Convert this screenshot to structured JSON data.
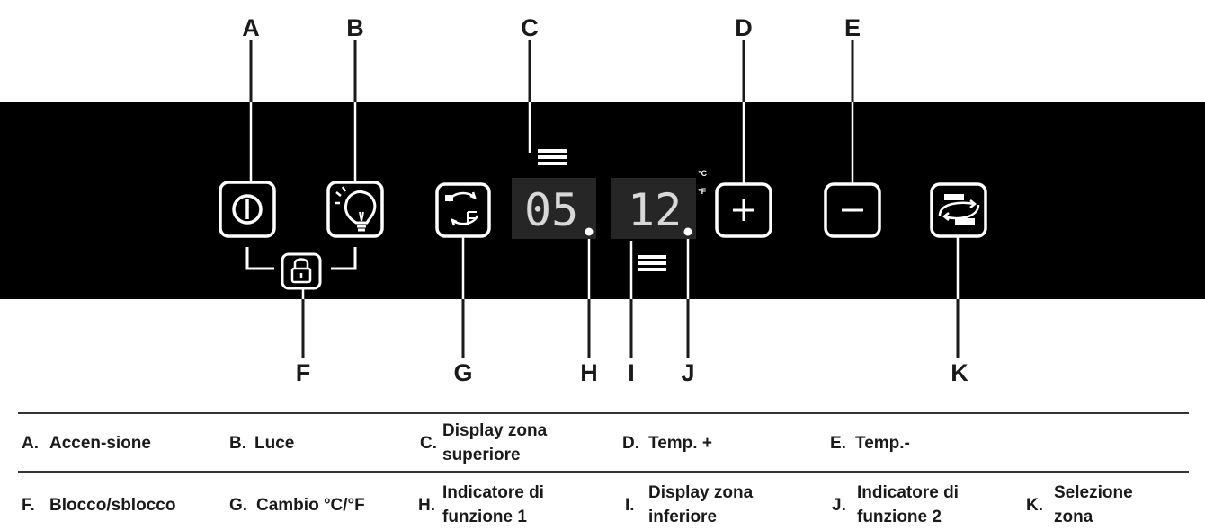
{
  "callout_letters": {
    "a": "A",
    "b": "B",
    "c": "C",
    "d": "D",
    "e": "E",
    "f": "F",
    "g": "G",
    "h": "H",
    "i": "I",
    "j": "J",
    "k": "K"
  },
  "panel": {
    "background": "#000000",
    "button_stroke": "#ffffff",
    "display_upper": {
      "value": "05",
      "separator": "."
    },
    "display_lower": {
      "value": "12",
      "separator": "."
    },
    "unit_celsius": "°C",
    "unit_fahrenheit": "°F",
    "icons": {
      "power": "power-icon",
      "light": "light-bulb-icon",
      "lock": "padlock-icon",
      "unit_change": "cycle-arrows-icon",
      "plus": "plus-icon",
      "minus": "minus-icon",
      "zone_select": "zone-select-icon"
    }
  },
  "legend": {
    "row1": [
      {
        "key": "A.",
        "lines": [
          "Accen-sione"
        ]
      },
      {
        "key": "B.",
        "lines": [
          "Luce"
        ]
      },
      {
        "key": "C.",
        "lines": [
          "Display zona",
          "superiore"
        ]
      },
      {
        "key": "D.",
        "lines": [
          "Temp. +"
        ]
      },
      {
        "key": "E.",
        "lines": [
          "Temp.-"
        ]
      }
    ],
    "row2": [
      {
        "key": "F.",
        "lines": [
          "Blocco/sblocco"
        ]
      },
      {
        "key": "G.",
        "lines": [
          "Cambio °C/°F"
        ]
      },
      {
        "key": "H.",
        "lines": [
          "Indicatore di",
          "funzione 1"
        ]
      },
      {
        "key": "I.",
        "lines": [
          "Display zona",
          "inferiore"
        ]
      },
      {
        "key": "J.",
        "lines": [
          "Indicatore di",
          "funzione 2"
        ]
      },
      {
        "key": "K.",
        "lines": [
          "Selezione",
          "zona"
        ]
      }
    ]
  }
}
